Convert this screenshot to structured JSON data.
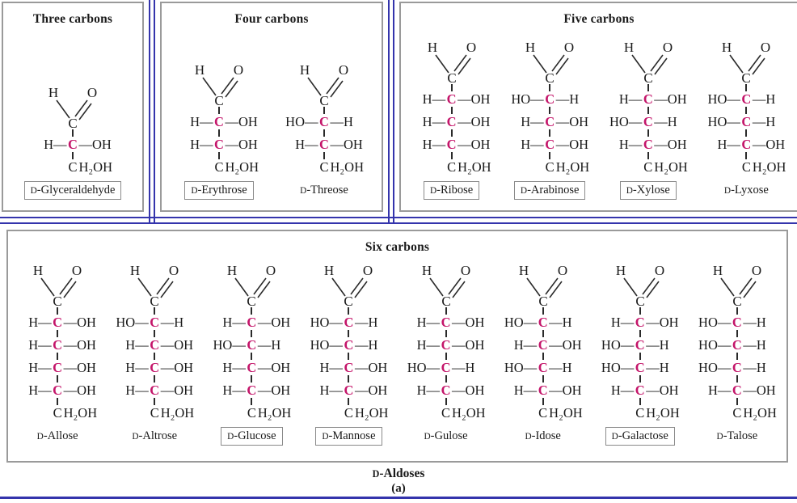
{
  "figure": {
    "caption_title": "D-Aldoses",
    "caption_sub": "(a)"
  },
  "chem": {
    "head": {
      "left": "H",
      "right": "O",
      "center": "C"
    },
    "bond": "—",
    "chiral_atom": "C",
    "tail": "CH₂OH",
    "colors": {
      "chiral_carbon": "#c4156a",
      "frame_blue": "#3434ac",
      "panel_border": "#9a9a9a",
      "bond": "#2a2a2a"
    }
  },
  "panels": [
    {
      "title": "Three carbons",
      "molecules": [
        {
          "label": "D-Glyceraldehyde",
          "boxed": true,
          "rows": [
            [
              "H",
              "OH"
            ]
          ]
        }
      ]
    },
    {
      "title": "Four carbons",
      "molecules": [
        {
          "label": "D-Erythrose",
          "boxed": true,
          "rows": [
            [
              "H",
              "OH"
            ],
            [
              "H",
              "OH"
            ]
          ]
        },
        {
          "label": "D-Threose",
          "boxed": false,
          "rows": [
            [
              "HO",
              "H"
            ],
            [
              "H",
              "OH"
            ]
          ]
        }
      ]
    },
    {
      "title": "Five carbons",
      "molecules": [
        {
          "label": "D-Ribose",
          "boxed": true,
          "rows": [
            [
              "H",
              "OH"
            ],
            [
              "H",
              "OH"
            ],
            [
              "H",
              "OH"
            ]
          ]
        },
        {
          "label": "D-Arabinose",
          "boxed": true,
          "rows": [
            [
              "HO",
              "H"
            ],
            [
              "H",
              "OH"
            ],
            [
              "H",
              "OH"
            ]
          ]
        },
        {
          "label": "D-Xylose",
          "boxed": true,
          "rows": [
            [
              "H",
              "OH"
            ],
            [
              "HO",
              "H"
            ],
            [
              "H",
              "OH"
            ]
          ]
        },
        {
          "label": "D-Lyxose",
          "boxed": false,
          "rows": [
            [
              "HO",
              "H"
            ],
            [
              "HO",
              "H"
            ],
            [
              "H",
              "OH"
            ]
          ]
        }
      ]
    },
    {
      "title": "Six carbons",
      "molecules": [
        {
          "label": "D-Allose",
          "boxed": false,
          "rows": [
            [
              "H",
              "OH"
            ],
            [
              "H",
              "OH"
            ],
            [
              "H",
              "OH"
            ],
            [
              "H",
              "OH"
            ]
          ]
        },
        {
          "label": "D-Altrose",
          "boxed": false,
          "rows": [
            [
              "HO",
              "H"
            ],
            [
              "H",
              "OH"
            ],
            [
              "H",
              "OH"
            ],
            [
              "H",
              "OH"
            ]
          ]
        },
        {
          "label": "D-Glucose",
          "boxed": true,
          "rows": [
            [
              "H",
              "OH"
            ],
            [
              "HO",
              "H"
            ],
            [
              "H",
              "OH"
            ],
            [
              "H",
              "OH"
            ]
          ]
        },
        {
          "label": "D-Mannose",
          "boxed": true,
          "rows": [
            [
              "HO",
              "H"
            ],
            [
              "HO",
              "H"
            ],
            [
              "H",
              "OH"
            ],
            [
              "H",
              "OH"
            ]
          ]
        },
        {
          "label": "D-Gulose",
          "boxed": false,
          "rows": [
            [
              "H",
              "OH"
            ],
            [
              "H",
              "OH"
            ],
            [
              "HO",
              "H"
            ],
            [
              "H",
              "OH"
            ]
          ]
        },
        {
          "label": "D-Idose",
          "boxed": false,
          "rows": [
            [
              "HO",
              "H"
            ],
            [
              "H",
              "OH"
            ],
            [
              "HO",
              "H"
            ],
            [
              "H",
              "OH"
            ]
          ]
        },
        {
          "label": "D-Galactose",
          "boxed": true,
          "rows": [
            [
              "H",
              "OH"
            ],
            [
              "HO",
              "H"
            ],
            [
              "HO",
              "H"
            ],
            [
              "H",
              "OH"
            ]
          ]
        },
        {
          "label": "D-Talose",
          "boxed": false,
          "rows": [
            [
              "HO",
              "H"
            ],
            [
              "HO",
              "H"
            ],
            [
              "HO",
              "H"
            ],
            [
              "H",
              "OH"
            ]
          ]
        }
      ]
    }
  ]
}
